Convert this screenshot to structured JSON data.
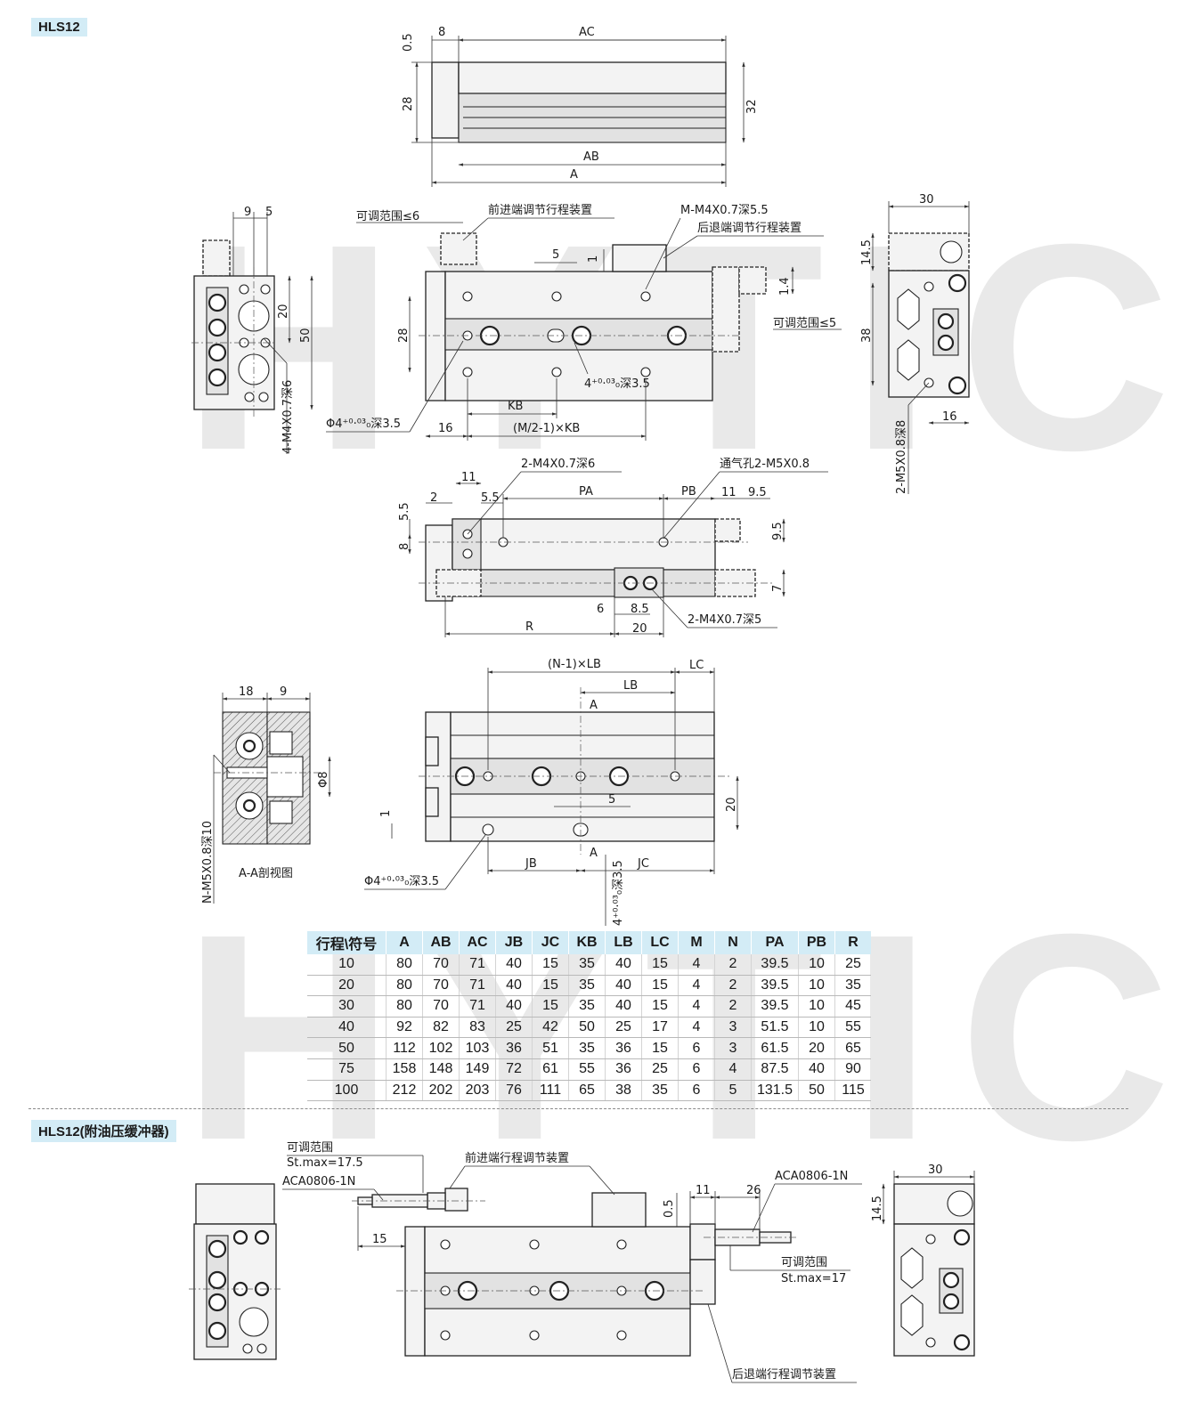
{
  "watermark": "HYTIC",
  "section1": {
    "tag": "HLS12"
  },
  "section2": {
    "tag": "HLS12(附油压缓冲器)"
  },
  "dims": {
    "top": {
      "d05": "0.5",
      "d8": "8",
      "AC": "AC",
      "d28": "28",
      "d32": "32",
      "AB": "AB",
      "A": "A"
    },
    "front": {
      "d9": "9",
      "d5": "5",
      "d20": "20",
      "d50": "50",
      "m4": "4-M4X0.7深6",
      "adj6": "可调范围≤6",
      "front_adj": "前进端调节行程装置",
      "mm4": "M-M4X0.7深5.5",
      "rear_adj": "后退端调节行程装置",
      "d5b": "5",
      "d1": "1",
      "d14": "1.4",
      "adj5": "可调范围≤5",
      "d28": "28",
      "hole43": "4⁺⁰·⁰³₀深3.5",
      "phi4": "Φ4⁺⁰·⁰³₀深3.5",
      "KB": "KB",
      "d16": "16",
      "mkb": "(M/2-1)×KB",
      "d30": "30",
      "d145": "14.5",
      "d38": "38",
      "d16r": "16",
      "m5": "2-M5X0.8深8"
    },
    "side": {
      "d11": "11",
      "m4a": "2-M4X0.7深6",
      "vent": "通气孔2-M5X0.8",
      "d2": "2",
      "d55": "5.5",
      "d55b": "5.5",
      "PA": "PA",
      "PB": "PB",
      "d11b": "11",
      "d95": "9.5",
      "d95b": "9.5",
      "d8": "8",
      "d7": "7",
      "d6": "6",
      "d85": "8.5",
      "m4b": "2-M4X0.7深5",
      "R": "R",
      "d20": "20"
    },
    "bottom": {
      "nlb": "(N-1)×LB",
      "LC": "LC",
      "LB": "LB",
      "A": "A",
      "d18": "18",
      "d9": "9",
      "phi8": "Φ8",
      "nm5": "N-M5X0.8深10",
      "section": "A-A剖视图",
      "d1": "1",
      "d5": "5",
      "d20": "20",
      "JB": "JB",
      "JC": "JC",
      "A2": "A",
      "phi4": "Φ4⁺⁰·⁰³₀深3.5",
      "hole": "4⁺⁰·⁰³₀深3.5"
    },
    "shock": {
      "adj_range": "可调范围",
      "stmax175": "St.max=17.5",
      "aca1": "ACA0806-1N",
      "front_adj": "前进端行程调节装置",
      "d15": "15",
      "d11": "11",
      "d26": "26",
      "aca2": "ACA0806-1N",
      "d05": "0.5",
      "adj_range2": "可调范围",
      "stmax17": "St.max=17",
      "rear_adj": "后退端行程调节装置",
      "d30": "30",
      "d145": "14.5"
    }
  },
  "table": {
    "headers": [
      "行程\\符号",
      "A",
      "AB",
      "AC",
      "JB",
      "JC",
      "KB",
      "LB",
      "LC",
      "M",
      "N",
      "PA",
      "PB",
      "R"
    ],
    "rows": [
      [
        "10",
        "80",
        "70",
        "71",
        "40",
        "15",
        "35",
        "40",
        "15",
        "4",
        "2",
        "39.5",
        "10",
        "25"
      ],
      [
        "20",
        "80",
        "70",
        "71",
        "40",
        "15",
        "35",
        "40",
        "15",
        "4",
        "2",
        "39.5",
        "10",
        "35"
      ],
      [
        "30",
        "80",
        "70",
        "71",
        "40",
        "15",
        "35",
        "40",
        "15",
        "4",
        "2",
        "39.5",
        "10",
        "45"
      ],
      [
        "40",
        "92",
        "82",
        "83",
        "25",
        "42",
        "50",
        "25",
        "17",
        "4",
        "3",
        "51.5",
        "10",
        "55"
      ],
      [
        "50",
        "112",
        "102",
        "103",
        "36",
        "51",
        "35",
        "36",
        "15",
        "6",
        "3",
        "61.5",
        "20",
        "65"
      ],
      [
        "75",
        "158",
        "148",
        "149",
        "72",
        "61",
        "55",
        "36",
        "25",
        "6",
        "4",
        "87.5",
        "40",
        "90"
      ],
      [
        "100",
        "212",
        "202",
        "203",
        "76",
        "111",
        "65",
        "38",
        "35",
        "6",
        "5",
        "131.5",
        "50",
        "115"
      ]
    ]
  }
}
